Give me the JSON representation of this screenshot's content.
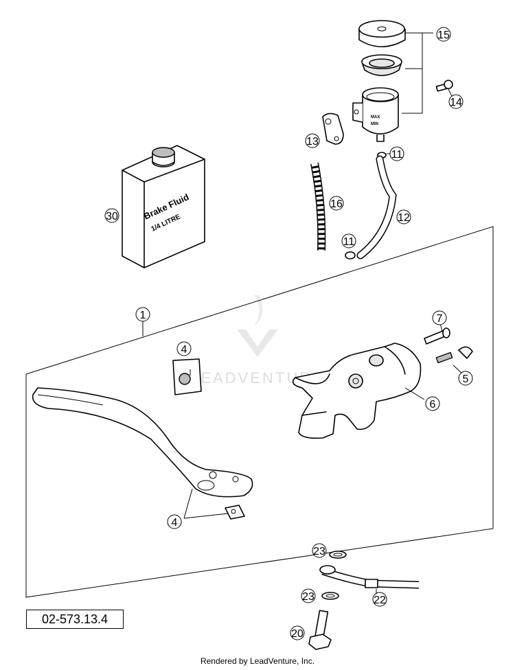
{
  "diagram": {
    "reference_code": "02-573.13.4",
    "footer": "Rendered by LeadVenture, Inc.",
    "watermark": "LEADVENTURE",
    "brake_fluid_can": {
      "line1": "Brake Fluid",
      "line2": "1/4 LITRE"
    },
    "reservoir_marks": [
      "MAX",
      "MIN"
    ],
    "callouts": {
      "c1": "1",
      "c4a": "4",
      "c4b": "4",
      "c5": "5",
      "c6": "6",
      "c7": "7",
      "c11a": "11",
      "c11b": "11",
      "c12": "12",
      "c13": "13",
      "c14": "14",
      "c15": "15",
      "c16": "16",
      "c20": "20",
      "c22": "22",
      "c23a": "23",
      "c23b": "23",
      "c30": "30"
    }
  }
}
